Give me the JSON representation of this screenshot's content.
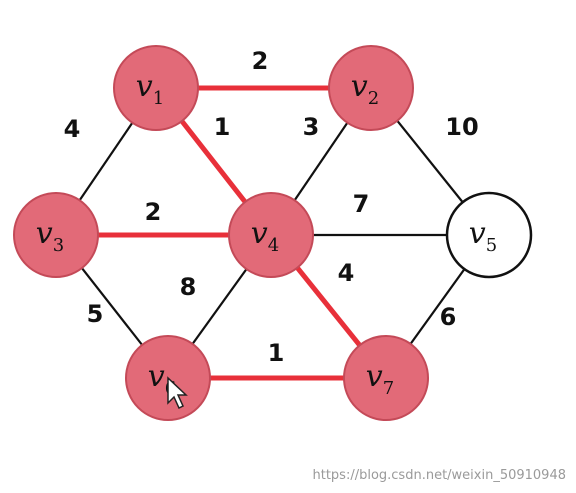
{
  "graph": {
    "nodes": [
      {
        "id": "v1",
        "base": "v",
        "sub": "1",
        "state": "visited"
      },
      {
        "id": "v2",
        "base": "v",
        "sub": "2",
        "state": "visited"
      },
      {
        "id": "v3",
        "base": "v",
        "sub": "3",
        "state": "visited"
      },
      {
        "id": "v4",
        "base": "v",
        "sub": "4",
        "state": "visited"
      },
      {
        "id": "v5",
        "base": "v",
        "sub": "5",
        "state": "unvisited"
      },
      {
        "id": "v6",
        "base": "v",
        "sub": "6",
        "state": "visited"
      },
      {
        "id": "v7",
        "base": "v",
        "sub": "7",
        "state": "visited"
      }
    ],
    "edges": [
      {
        "from": "v1",
        "to": "v2",
        "weight": "2",
        "highlighted": true
      },
      {
        "from": "v1",
        "to": "v3",
        "weight": "4",
        "highlighted": false
      },
      {
        "from": "v1",
        "to": "v4",
        "weight": "1",
        "highlighted": true
      },
      {
        "from": "v2",
        "to": "v4",
        "weight": "3",
        "highlighted": false
      },
      {
        "from": "v2",
        "to": "v5",
        "weight": "10",
        "highlighted": false
      },
      {
        "from": "v3",
        "to": "v4",
        "weight": "2",
        "highlighted": true
      },
      {
        "from": "v3",
        "to": "v6",
        "weight": "5",
        "highlighted": false
      },
      {
        "from": "v4",
        "to": "v5",
        "weight": "7",
        "highlighted": false
      },
      {
        "from": "v4",
        "to": "v6",
        "weight": "8",
        "highlighted": false
      },
      {
        "from": "v4",
        "to": "v7",
        "weight": "4",
        "highlighted": true
      },
      {
        "from": "v5",
        "to": "v7",
        "weight": "6",
        "highlighted": false
      },
      {
        "from": "v6",
        "to": "v7",
        "weight": "1",
        "highlighted": true
      }
    ]
  },
  "colors": {
    "highlight_edge": "#e8303a",
    "visited_node": "#e26a78",
    "default_edge": "#111111"
  },
  "watermark": "https://blog.csdn.net/weixin_50910948"
}
